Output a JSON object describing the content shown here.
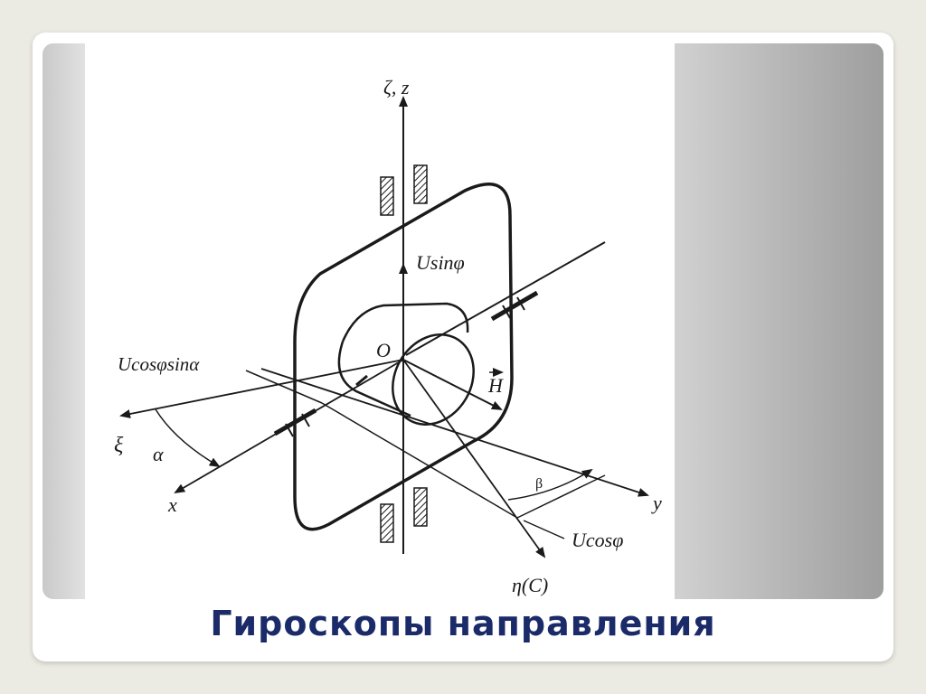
{
  "title": "Гироскопы направления",
  "diagram": {
    "labels": {
      "zeta_z": "ζ, z",
      "u_sin_phi": "Usinφ",
      "origin": "O",
      "u_cos_phi_sin_alpha": "Ucosφsinα",
      "h_vector": "H",
      "xi": "ξ",
      "alpha": "α",
      "x": "x",
      "beta": "β",
      "y": "y",
      "u_cos_phi": "Ucosφ",
      "eta_c": "η(C)"
    }
  },
  "colors": {
    "title": "#1b2a68",
    "line": "#1a1a1a"
  }
}
